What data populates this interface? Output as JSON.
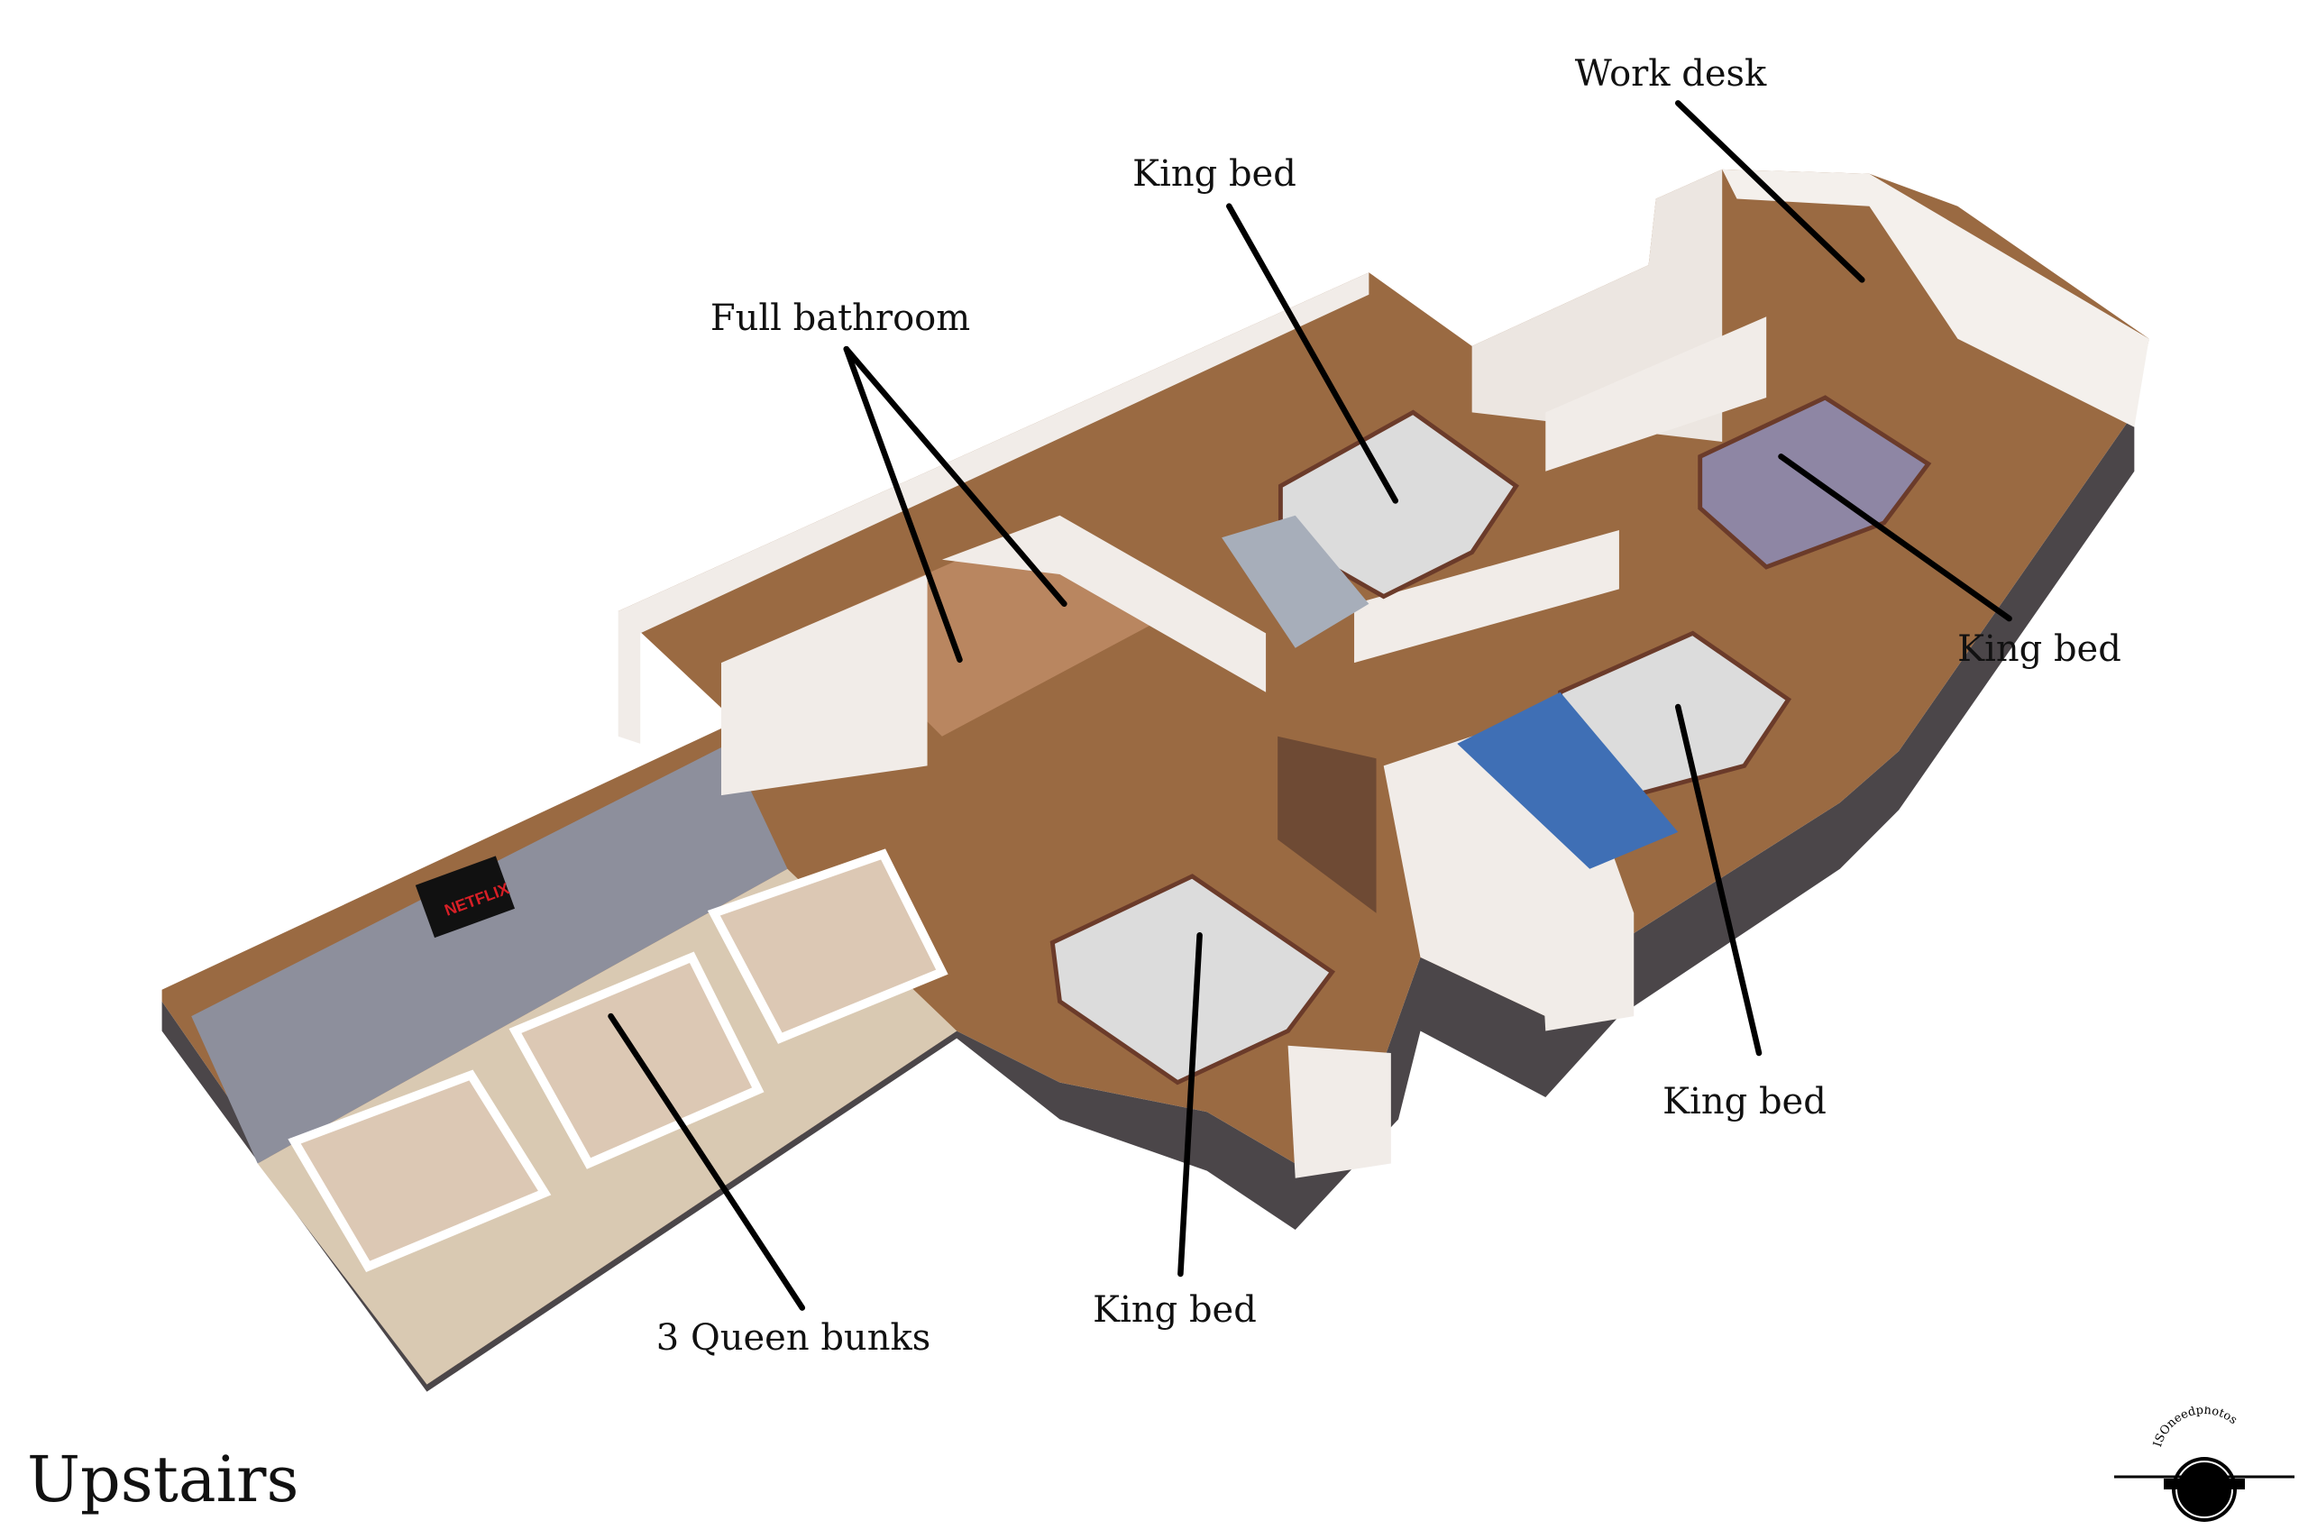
{
  "title": "Upstairs",
  "labels": {
    "work_desk": "Work desk",
    "king_bed_top": "King bed",
    "full_bathroom": "Full bathroom",
    "king_bed_right": "King bed",
    "king_bed_middle": "King bed",
    "king_bed_bottom": "King bed",
    "queen_bunks": "3 Queen bunks"
  },
  "tv_text": "NETFLIX",
  "logo_text": "ISOneedphotos",
  "colors": {
    "wood": "#9a6a42",
    "wall": "#f1ece8",
    "base": "#4b4649",
    "bunk_wall": "#8d8f9c",
    "tv_red": "#d81f26"
  }
}
